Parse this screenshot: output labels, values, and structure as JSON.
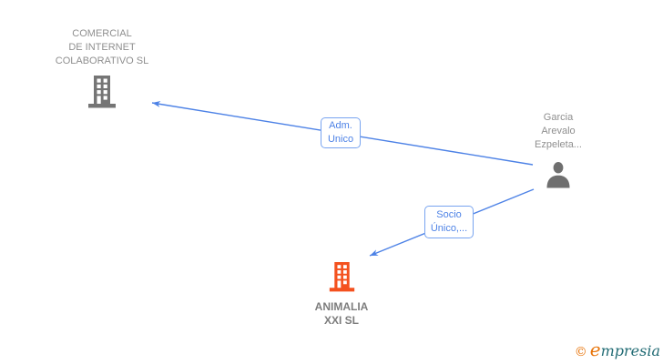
{
  "nodes": {
    "company_top": {
      "line1": "COMERCIAL",
      "line2": "DE INTERNET",
      "line3": "COLABORATIVO SL"
    },
    "person": {
      "line1": "Garcia",
      "line2": "Arevalo",
      "line3": "Ezpeleta..."
    },
    "company_bottom": {
      "line1": "ANIMALIA",
      "line2": "XXI SL"
    }
  },
  "edges": {
    "adm": {
      "line1": "Adm.",
      "line2": "Unico",
      "from": "person",
      "to": "company_top"
    },
    "socio": {
      "line1": "Socio",
      "line2": "Único,...",
      "from": "person",
      "to": "company_bottom"
    }
  },
  "icons": {
    "company_top": "building-icon",
    "person": "person-icon",
    "company_bottom": "building-icon"
  },
  "colors": {
    "edge_blue": "#4d82e6",
    "label_border_blue": "#78a4f0",
    "label_text_blue": "#4d82e6",
    "gray_icon": "#757575",
    "person_gray_icon": "#6f6f6f",
    "gray_text": "#8f8f8f",
    "bold_gray_text": "#7d7d7d",
    "orange_icon": "#f4511e",
    "logo_orange": "#e8750c",
    "logo_teal": "#216b74",
    "background": "#ffffff"
  },
  "footer": {
    "copyright": "©",
    "brand_first_letter": "e",
    "brand_rest": "mpresia"
  }
}
